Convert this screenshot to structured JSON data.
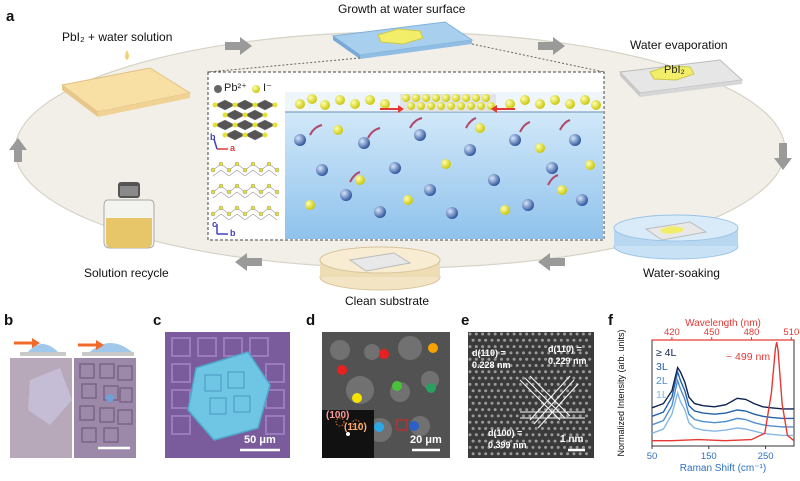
{
  "panels": {
    "a": {
      "letter": "a",
      "steps": {
        "solution": "PbI₂ + water solution",
        "growth": "Growth at water surface",
        "evaporation": "Water evaporation",
        "soaking": "Water-soaking",
        "clean": "Clean substrate",
        "recycle": "Solution recycle"
      },
      "evap_plate_label": "PbI₂",
      "legend": {
        "pb": "Pb²⁺",
        "i": "I⁻"
      },
      "axes_top": {
        "b": "b",
        "a": "a"
      },
      "axes_bottom": {
        "c": "c",
        "b": "b"
      }
    },
    "b": {
      "letter": "b"
    },
    "c": {
      "letter": "c",
      "scale": "50 μm"
    },
    "d": {
      "letter": "d",
      "scale": "20 μm",
      "inset_100": "(100)",
      "inset_110": "(110)"
    },
    "e": {
      "letter": "e",
      "d110_left": "d(110) =",
      "d110_left_val": "0.228 nm",
      "d110_right": "d(110) =",
      "d110_right_val": "0.229 nm",
      "d100": "d(100) =",
      "d100_val": "0.399 nm",
      "scale": "1 nm"
    },
    "f": {
      "letter": "f"
    }
  },
  "colors": {
    "water": "#a8d0ee",
    "crystal": "#f2ee6a",
    "arrow_gray": "#9a9a9a",
    "raman_1L": "#86b8e6",
    "raman_2L": "#4f8fd0",
    "raman_3L": "#2361a8",
    "raman_4L": "#0d2350",
    "pl_red": "#e53935"
  },
  "chart_data": {
    "type": "line",
    "title": "",
    "xlabel": "Raman Shift (cm⁻¹)",
    "ylabel": "Normalized Intensity (arb. units)",
    "top_xlabel": "Wavelength (nm)",
    "xlim": [
      50,
      300
    ],
    "xticks": [
      50,
      150,
      250
    ],
    "top_xticks": [
      420,
      450,
      480,
      510
    ],
    "top_xlim": [
      405,
      512
    ],
    "legend": [
      "≥ 4L",
      "3L",
      "2L",
      "1L"
    ],
    "annotation": "~ 499 nm",
    "series": [
      {
        "name": "≥ 4L",
        "x": [
          50,
          70,
          85,
          95,
          100,
          108,
          115,
          125,
          140,
          160,
          180,
          200,
          215,
          230,
          245,
          260,
          280,
          300
        ],
        "y": [
          0.36,
          0.4,
          0.52,
          0.74,
          0.7,
          0.6,
          0.46,
          0.4,
          0.38,
          0.37,
          0.39,
          0.45,
          0.44,
          0.4,
          0.37,
          0.36,
          0.35,
          0.35
        ]
      },
      {
        "name": "3L",
        "x": [
          50,
          70,
          85,
          95,
          100,
          108,
          115,
          125,
          140,
          160,
          180,
          200,
          215,
          230,
          245,
          260,
          280,
          300
        ],
        "y": [
          0.28,
          0.32,
          0.46,
          0.7,
          0.62,
          0.52,
          0.38,
          0.33,
          0.31,
          0.3,
          0.31,
          0.34,
          0.33,
          0.3,
          0.28,
          0.27,
          0.26,
          0.26
        ]
      },
      {
        "name": "2L",
        "x": [
          50,
          70,
          85,
          95,
          100,
          108,
          115,
          125,
          140,
          160,
          180,
          200,
          215,
          230,
          245,
          260,
          280,
          300
        ],
        "y": [
          0.2,
          0.24,
          0.38,
          0.62,
          0.54,
          0.44,
          0.3,
          0.25,
          0.23,
          0.22,
          0.23,
          0.26,
          0.25,
          0.22,
          0.2,
          0.19,
          0.18,
          0.18
        ]
      },
      {
        "name": "1L",
        "x": [
          50,
          70,
          85,
          95,
          100,
          108,
          115,
          125,
          140,
          160,
          180,
          200,
          215,
          230,
          245,
          260,
          280,
          300
        ],
        "y": [
          0.12,
          0.16,
          0.3,
          0.5,
          0.42,
          0.34,
          0.22,
          0.17,
          0.15,
          0.14,
          0.15,
          0.17,
          0.16,
          0.14,
          0.12,
          0.11,
          0.1,
          0.1
        ]
      },
      {
        "name": "PL",
        "axis": "top",
        "x": [
          405,
          420,
          440,
          460,
          480,
          490,
          495,
          498,
          499,
          500,
          503,
          507,
          512
        ],
        "y": [
          0.05,
          0.05,
          0.06,
          0.05,
          0.06,
          0.12,
          0.5,
          0.92,
          0.98,
          0.9,
          0.4,
          0.1,
          0.05
        ]
      }
    ]
  }
}
